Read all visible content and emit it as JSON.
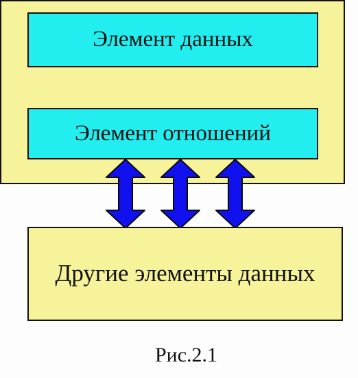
{
  "diagram": {
    "data_element": "Элемент данных",
    "relation_element": "Элемент отношений",
    "other_data_elements": "Другие элементы данных",
    "caption": "Рис.2.1"
  },
  "colors": {
    "outer_panel": "#f6f39a",
    "cyan_box": "#22eef0",
    "lower_box": "#f6f39a",
    "arrow_fill": "#1111f0",
    "border": "#111111"
  }
}
